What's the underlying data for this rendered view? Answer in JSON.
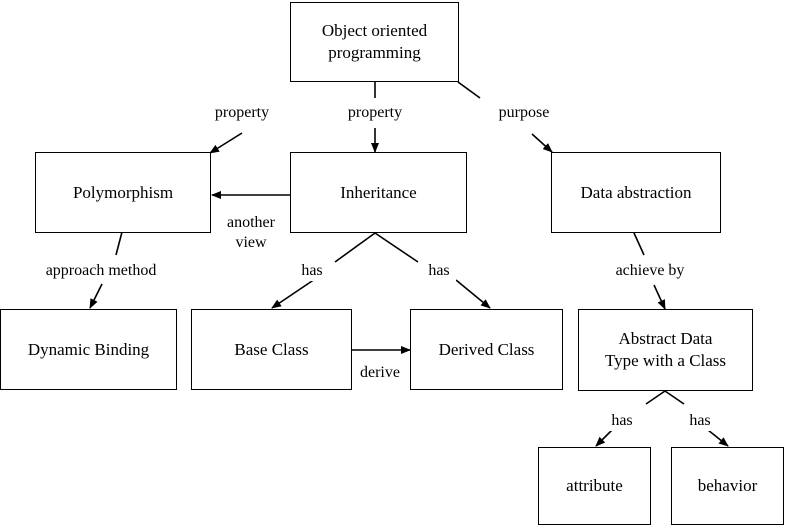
{
  "nodes": {
    "oop": "Object oriented\nprogramming",
    "polymorphism": "Polymorphism",
    "inheritance": "Inheritance",
    "data_abstraction": "Data abstraction",
    "dynamic_binding": "Dynamic Binding",
    "base_class": "Base Class",
    "derived_class": "Derived Class",
    "adt": "Abstract Data\nType with a Class",
    "attribute": "attribute",
    "behavior": "behavior"
  },
  "edge_labels": {
    "property_left": "property",
    "property_mid": "property",
    "purpose": "purpose",
    "another_view": "another\nview",
    "approach_method": "approach method",
    "has_left": "has",
    "has_right": "has",
    "achieve_by": "achieve by",
    "derive": "derive",
    "has_attr": "has",
    "has_behav": "has"
  }
}
